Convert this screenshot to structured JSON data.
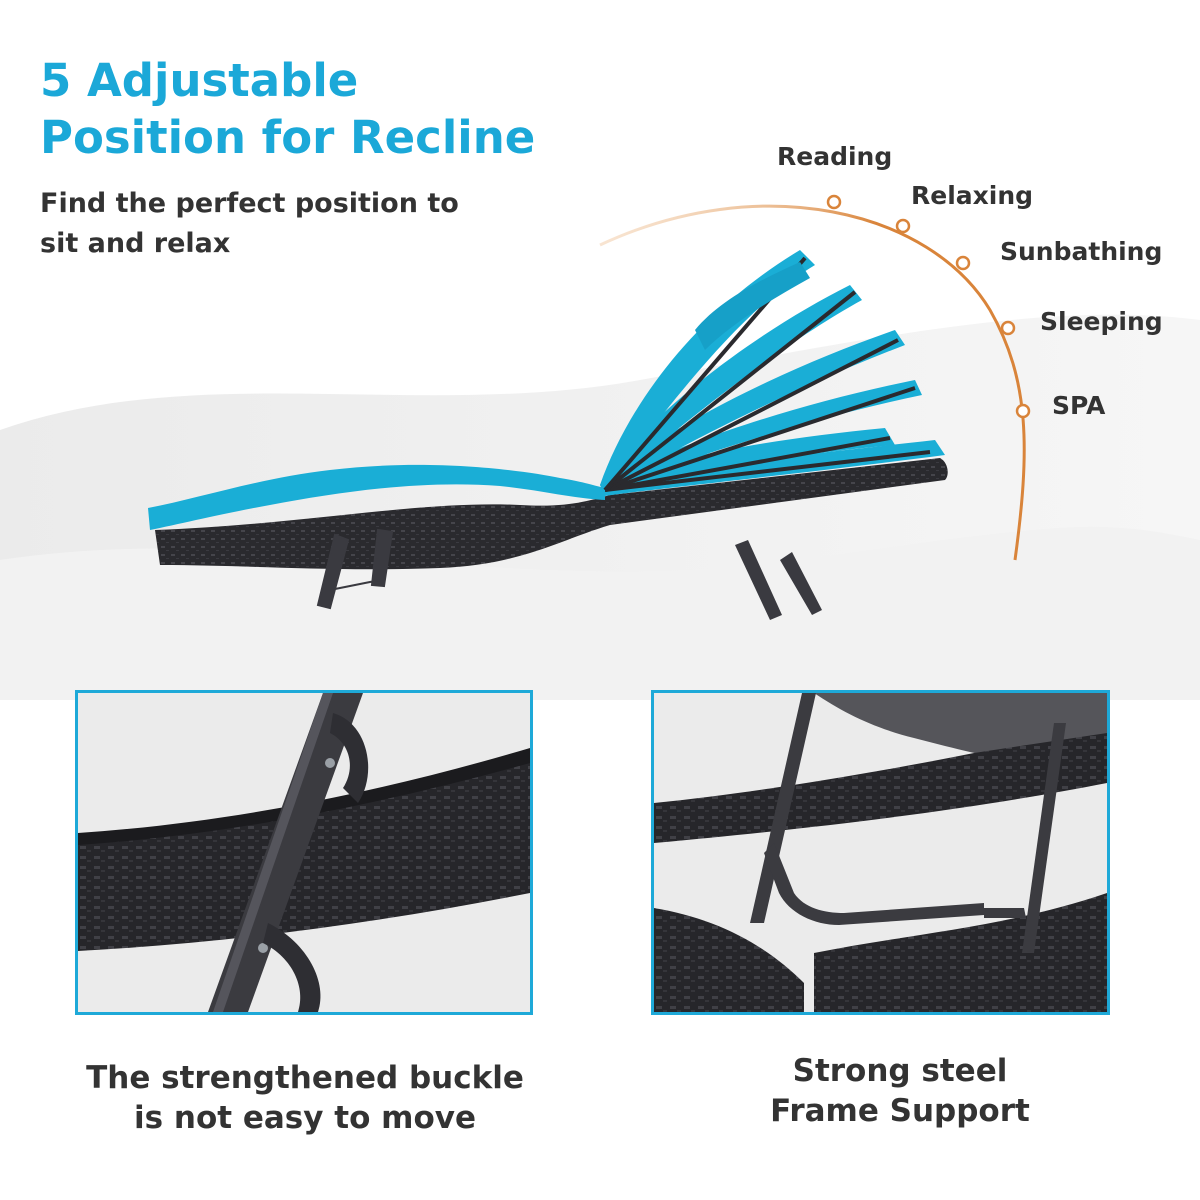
{
  "header": {
    "title_line1": "5 Adjustable",
    "title_line2": "Position for Recline",
    "subtitle_line1": "Find the perfect position to",
    "subtitle_line2": "sit and relax"
  },
  "positions": [
    {
      "label": "Reading"
    },
    {
      "label": "Relaxing"
    },
    {
      "label": "Sunbathing"
    },
    {
      "label": "Sleeping"
    },
    {
      "label": "SPA"
    }
  ],
  "details": [
    {
      "caption_line1": "The strengthened buckle",
      "caption_line2": "is not easy to move"
    },
    {
      "caption_line1": "Strong steel",
      "caption_line2": "Frame Support"
    }
  ],
  "colors": {
    "title": "#1ba8d8",
    "cushion": "#1aaed6",
    "arc": "#d9843a",
    "rattan": "#2a2a2e",
    "frame_border": "#1ea9d8",
    "text": "#333333"
  }
}
